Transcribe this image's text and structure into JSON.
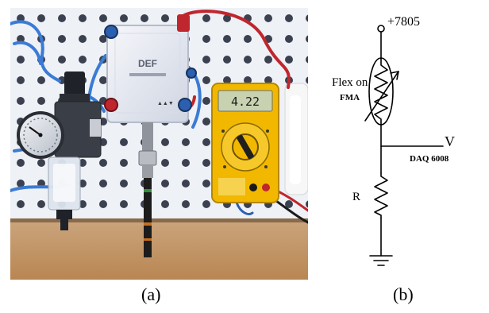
{
  "panels": {
    "photo": {
      "caption": "(a)",
      "meter_reading": "4.22",
      "valve_label": "DEF"
    },
    "schematic": {
      "caption": "(b)",
      "supply_label": "+7805",
      "sensor_label_line1": "Flex on",
      "sensor_label_line2": "FMA",
      "output_label": "V",
      "daq_label": "DAQ 6008",
      "resistor_label": "R"
    }
  },
  "colors": {
    "wire": "#000000",
    "meter_body": "#f2b800",
    "valve_body": "#e9ecf2",
    "tube_blue": "#3a7bd5",
    "wire_red": "#c0262d",
    "floor": "#d19a6a",
    "pegboard": "#eef1f6"
  }
}
